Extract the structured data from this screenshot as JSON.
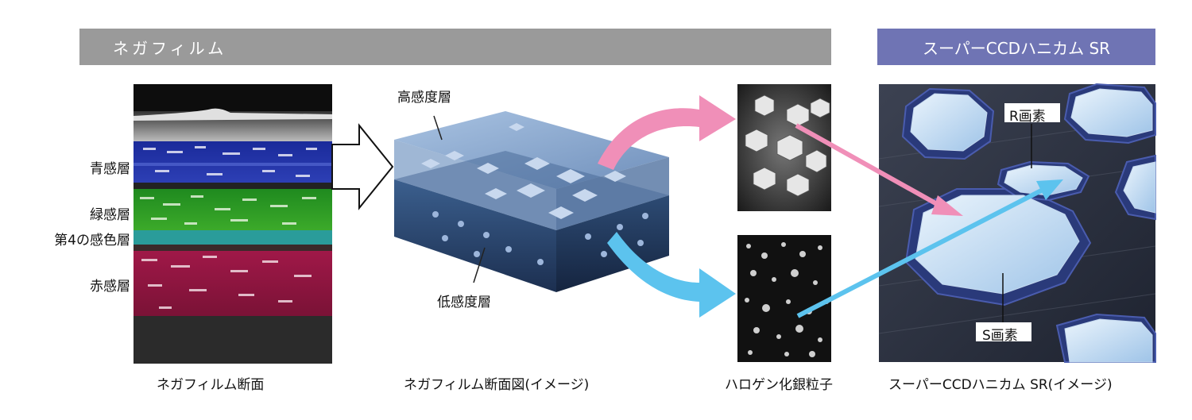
{
  "header": {
    "film_title": "ネガフィルム",
    "ccd_title": "スーパーCCDハニカム SR"
  },
  "cross_section": {
    "layers": [
      "青感層",
      "緑感層",
      "第4の感色層",
      "赤感層"
    ],
    "caption": "ネガフィルム断面"
  },
  "diagram": {
    "high_layer": "高感度層",
    "low_layer": "低感度層",
    "caption": "ネガフィルム断面図(イメージ)"
  },
  "grains": {
    "caption": "ハロゲン化銀粒子"
  },
  "ccd": {
    "r_pixel": "R画素",
    "s_pixel": "S画素",
    "caption": "スーパーCCDハニカム SR(イメージ)"
  },
  "colors": {
    "film_bar": "#9a9a9a",
    "ccd_bar": "#6f74b4",
    "pink_arrow": "#f08fb8",
    "blue_arrow": "#5cc3ee"
  }
}
